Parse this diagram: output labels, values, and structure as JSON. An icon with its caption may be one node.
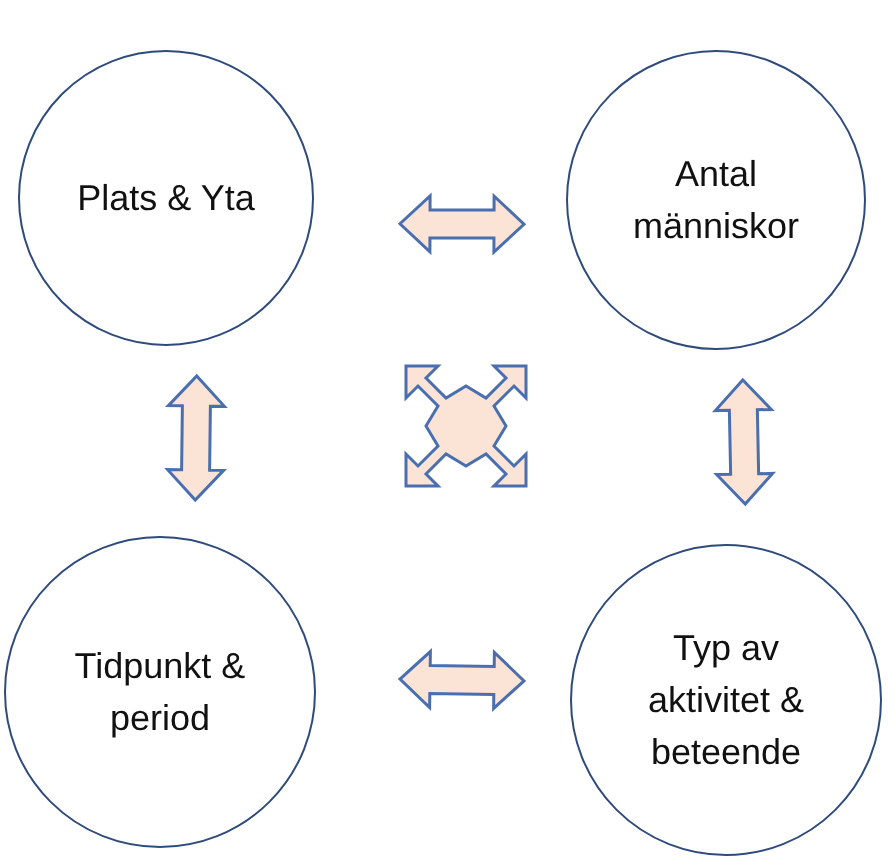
{
  "diagram": {
    "nodes": [
      {
        "text": [
          "Plats & Yta"
        ]
      },
      {
        "text": [
          "Antal människor"
        ]
      },
      {
        "text": [
          "Tidpunkt & period"
        ]
      },
      {
        "text": [
          "Typ av aktivitet & beteende"
        ]
      }
    ],
    "edges": [
      {
        "from": 0,
        "to": 1,
        "arrow": "both"
      },
      {
        "from": 0,
        "to": 2,
        "arrow": "both"
      },
      {
        "from": 1,
        "to": 3,
        "arrow": "both"
      },
      {
        "from": 2,
        "to": 3,
        "arrow": "both"
      }
    ]
  }
}
